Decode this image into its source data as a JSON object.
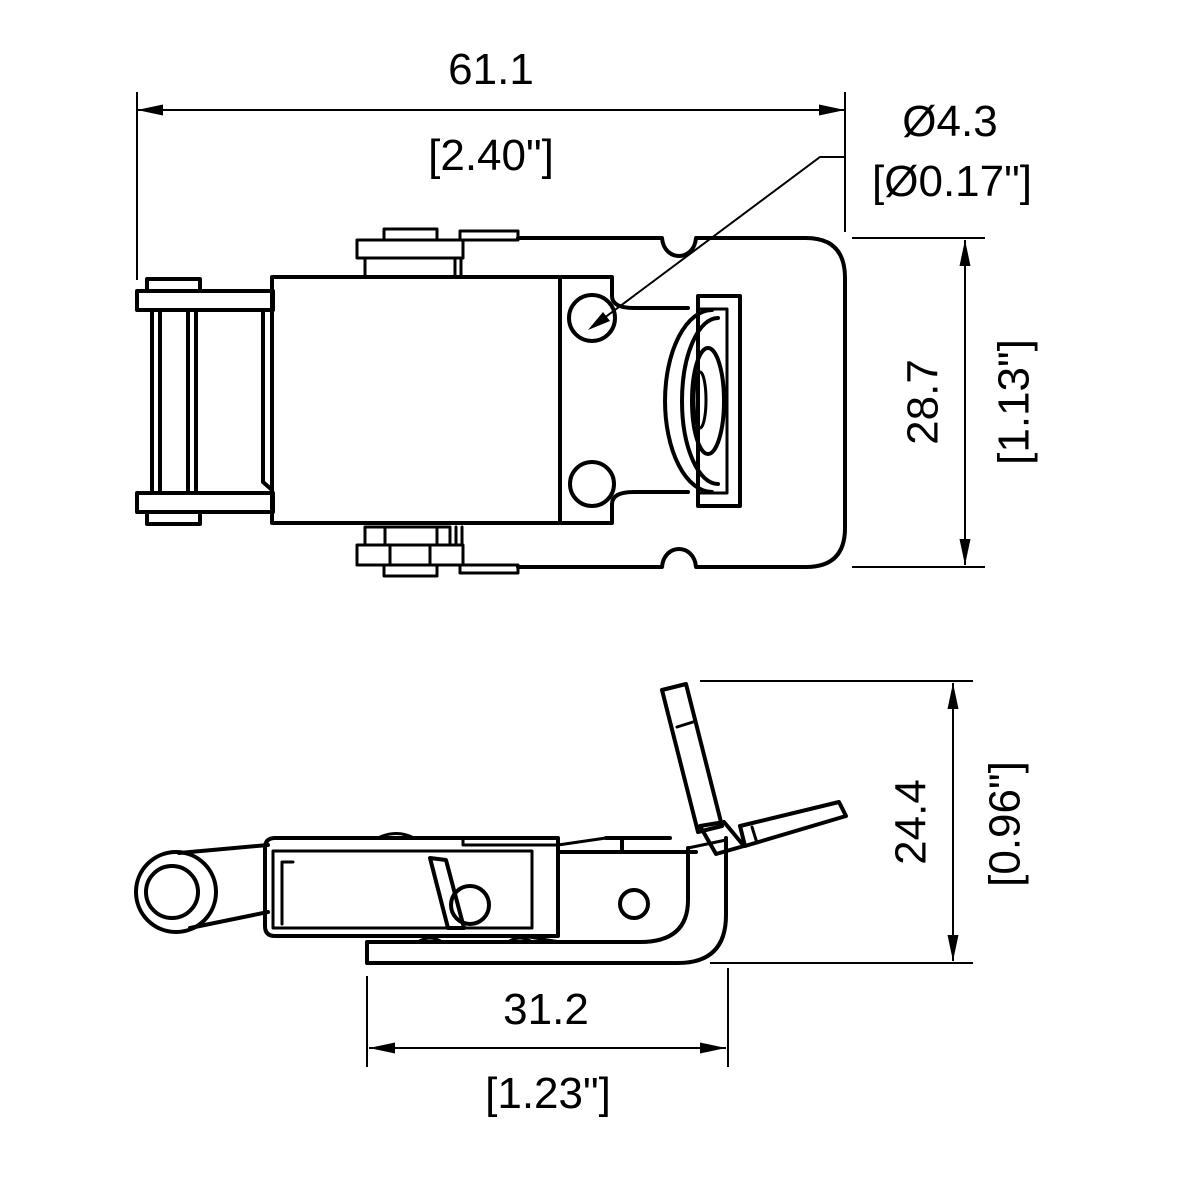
{
  "drawing": {
    "type": "engineering-dimension-drawing",
    "subject": "toggle latch with catch plate, top view and side view",
    "colors": {
      "line": "#000000",
      "background": "#ffffff"
    },
    "dims": {
      "overall_width": {
        "mm": "61.1",
        "inch": "[2.40\"]"
      },
      "hole_diameter": {
        "mm": "Ø4.3",
        "inch": "[Ø0.17\"]"
      },
      "plate_height": {
        "mm": "28.7",
        "inch": "[1.13\"]"
      },
      "side_height": {
        "mm": "24.4",
        "inch": "[0.96\"]"
      },
      "base_length": {
        "mm": "31.2",
        "inch": "[1.23\"]"
      }
    }
  }
}
